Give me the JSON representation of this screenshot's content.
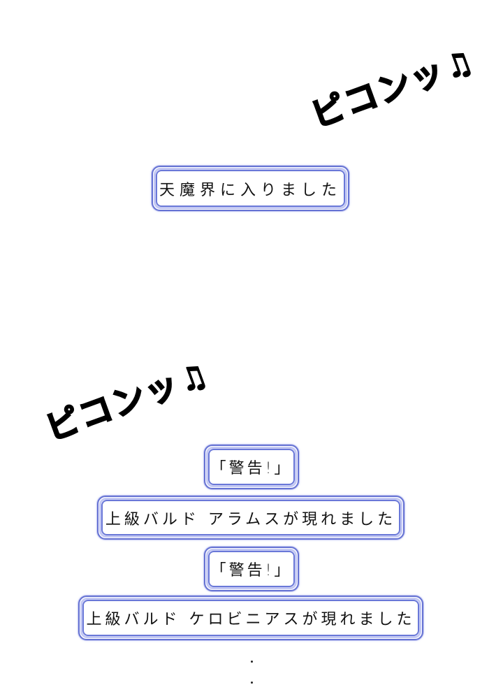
{
  "sound_effects": [
    {
      "text": "ピコンッ",
      "icon": "beamed-eighth-notes",
      "glyph": "♫"
    },
    {
      "text": "ピコンッ",
      "icon": "beamed-eighth-notes",
      "glyph": "♫"
    }
  ],
  "messages": [
    {
      "text": "天魔界に入りました"
    },
    {
      "text": "「警告!」"
    },
    {
      "text": "上級バルド アラムスが現れました"
    },
    {
      "text": "「警告!」"
    },
    {
      "text": "上級バルド ケロビニアスが現れました"
    }
  ],
  "colors": {
    "border_outer": "#6572d3",
    "border_mid": "#c3c8f3",
    "border_inner": "#6a78d8",
    "text": "#111111",
    "background": "#ffffff"
  },
  "continuation": [
    "・",
    "・"
  ]
}
